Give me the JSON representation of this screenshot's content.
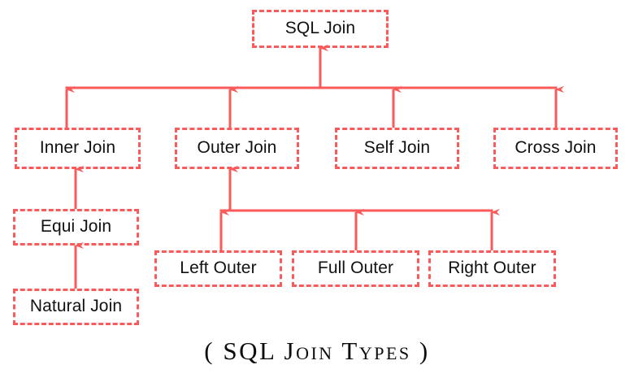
{
  "diagram": {
    "title": "SQL Join",
    "caption": "( SQL Join Types )",
    "colors": {
      "box_border": "#fa5a5a",
      "connector": "#fa5a5a",
      "text": "#111111",
      "background": "#ffffff"
    },
    "nodes": {
      "root": {
        "label": "SQL Join"
      },
      "level2": [
        {
          "label": "Inner Join"
        },
        {
          "label": "Outer Join"
        },
        {
          "label": "Self Join"
        },
        {
          "label": "Cross Join"
        }
      ],
      "inner_children": [
        {
          "label": "Equi Join"
        },
        {
          "label": "Natural Join"
        }
      ],
      "outer_children": [
        {
          "label": "Left Outer"
        },
        {
          "label": "Full Outer"
        },
        {
          "label": "Right Outer"
        }
      ]
    }
  }
}
